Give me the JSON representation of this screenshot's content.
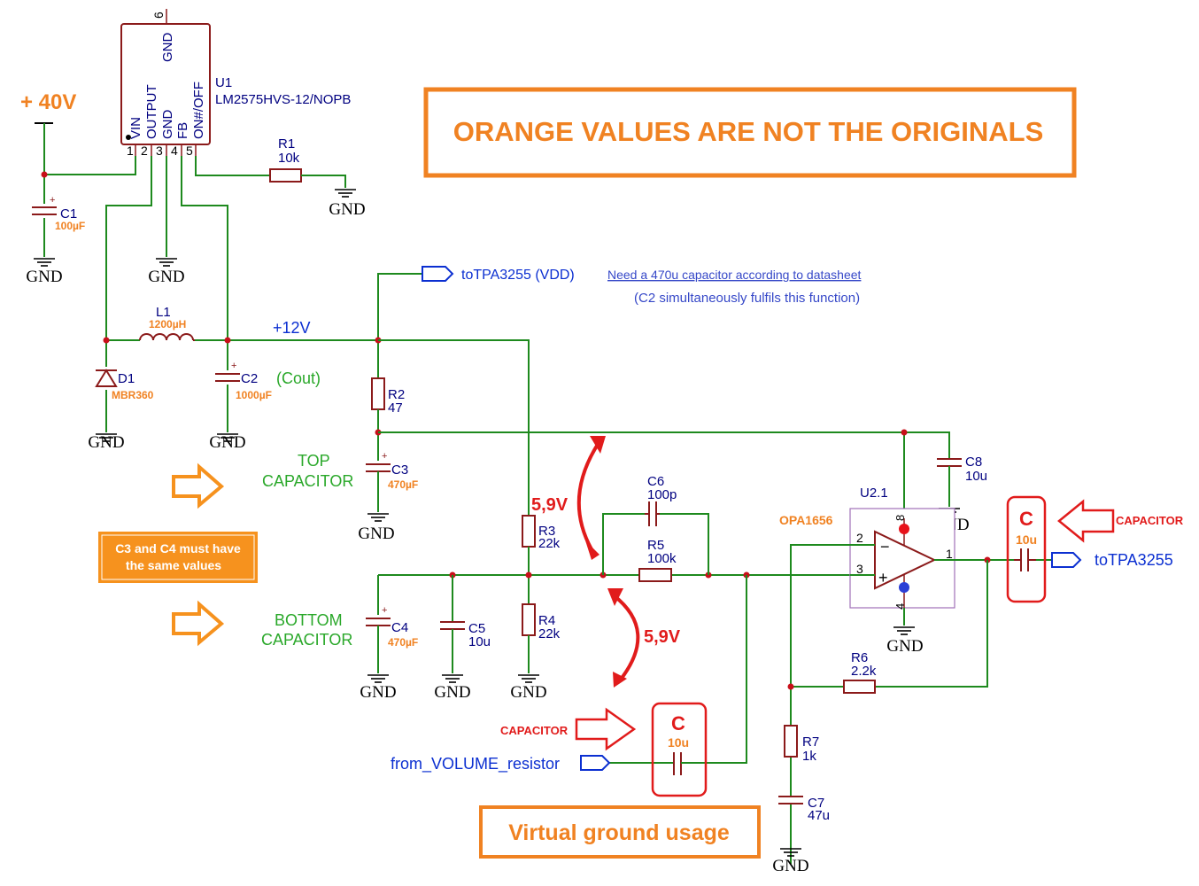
{
  "notice": "ORANGE VALUES ARE NOT THE ORIGINALS",
  "supply": "+ 40V",
  "gnd": "GND",
  "u1": {
    "ref": "U1",
    "part": "LM2575HVS-12/NOPB",
    "pins": [
      "VIN",
      "OUTPUT",
      "GND",
      "FB",
      "ON#/OFF",
      "GND"
    ],
    "pin_numbers": [
      "1",
      "2",
      "3",
      "4",
      "5",
      "6"
    ]
  },
  "components": {
    "c1": {
      "ref": "C1",
      "value": "100µF"
    },
    "r1": {
      "ref": "R1",
      "value": "10k"
    },
    "l1": {
      "ref": "L1",
      "value": "1200µH"
    },
    "d1": {
      "ref": "D1",
      "value": "MBR360"
    },
    "c2": {
      "ref": "C2",
      "value": "1000µF"
    },
    "r2": {
      "ref": "R2",
      "value": "47"
    },
    "c3": {
      "ref": "C3",
      "value": "470µF"
    },
    "c4": {
      "ref": "C4",
      "value": "470µF"
    },
    "c5": {
      "ref": "C5",
      "value": "10u"
    },
    "r3": {
      "ref": "R3",
      "value": "22k"
    },
    "r4": {
      "ref": "R4",
      "value": "22k"
    },
    "c6": {
      "ref": "C6",
      "value": "100p"
    },
    "r5": {
      "ref": "R5",
      "value": "100k"
    },
    "c8": {
      "ref": "C8",
      "value": "10u"
    },
    "r6": {
      "ref": "R6",
      "value": "2.2k"
    },
    "r7": {
      "ref": "R7",
      "value": "1k"
    },
    "c7": {
      "ref": "C7",
      "value": "47u"
    },
    "u2": {
      "ref": "U2.1",
      "part": "OPA1656",
      "pins": [
        "2",
        "3",
        "8",
        "4",
        "1"
      ]
    }
  },
  "nets": {
    "v12": "+12V",
    "cout": "(Cout)",
    "to_tpa_vdd": "toTPA3255 (VDD)",
    "need_note": "Need a 470u capacitor according to datasheet",
    "c2_note": "(C2 simultaneously fulfils this function)",
    "to_tpa": "toTPA3255",
    "from_volume": "from_VOLUME_resistor"
  },
  "annotations": {
    "top_cap": [
      "TOP",
      "CAPACITOR"
    ],
    "bottom_cap": [
      "BOTTOM",
      "CAPACITOR"
    ],
    "same_values": [
      "C3 and C4 must have",
      "the same values"
    ],
    "v_top": "5,9V",
    "v_bottom": "5,9V",
    "capacitor_label": "CAPACITOR",
    "c_symbol": "C",
    "c_value": "10u",
    "virtual_ground": "Virtual ground usage"
  }
}
